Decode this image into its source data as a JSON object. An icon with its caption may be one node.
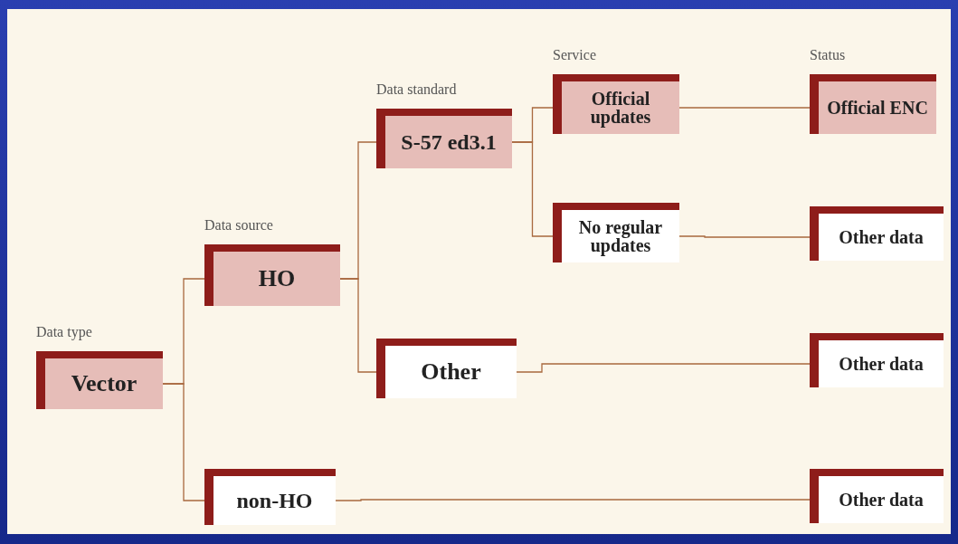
{
  "diagram": {
    "nodes": [
      {
        "text": [
          "Data type",
          "Vector"
        ]
      },
      {
        "text": [
          "Data source",
          "HO"
        ]
      },
      {
        "text": [
          "non-HO"
        ]
      },
      {
        "text": [
          "Data standard",
          "S-57 ed3.1"
        ]
      },
      {
        "text": [
          "Other"
        ]
      },
      {
        "text": [
          "Service",
          "Official updates"
        ]
      },
      {
        "text": [
          "No regular updates"
        ]
      },
      {
        "text": [
          "Status",
          "Official ENC"
        ]
      },
      {
        "text": [
          "Other data"
        ]
      },
      {
        "text": [
          "Other data"
        ]
      },
      {
        "text": [
          "Other data"
        ]
      }
    ],
    "edges": [
      {
        "from": 0,
        "to": 1,
        "arrow": "none"
      },
      {
        "from": 0,
        "to": 2,
        "arrow": "none"
      },
      {
        "from": 1,
        "to": 3,
        "arrow": "none"
      },
      {
        "from": 1,
        "to": 4,
        "arrow": "none"
      },
      {
        "from": 3,
        "to": 5,
        "arrow": "none"
      },
      {
        "from": 3,
        "to": 6,
        "arrow": "none"
      },
      {
        "from": 5,
        "to": 7,
        "arrow": "none"
      },
      {
        "from": 6,
        "to": 8,
        "arrow": "none"
      },
      {
        "from": 4,
        "to": 9,
        "arrow": "none"
      },
      {
        "from": 2,
        "to": 10,
        "arrow": "none"
      }
    ]
  }
}
